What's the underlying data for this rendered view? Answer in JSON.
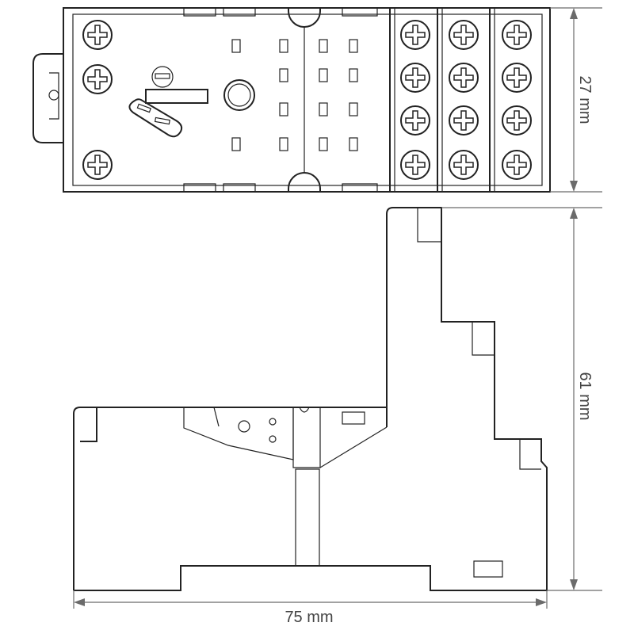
{
  "dimensions": {
    "height_top_view": "27 mm",
    "height_side_view": "61 mm",
    "width": "75 mm"
  },
  "colors": {
    "line": "#222222",
    "dimension": "#6b6b6b",
    "background": "#ffffff"
  }
}
